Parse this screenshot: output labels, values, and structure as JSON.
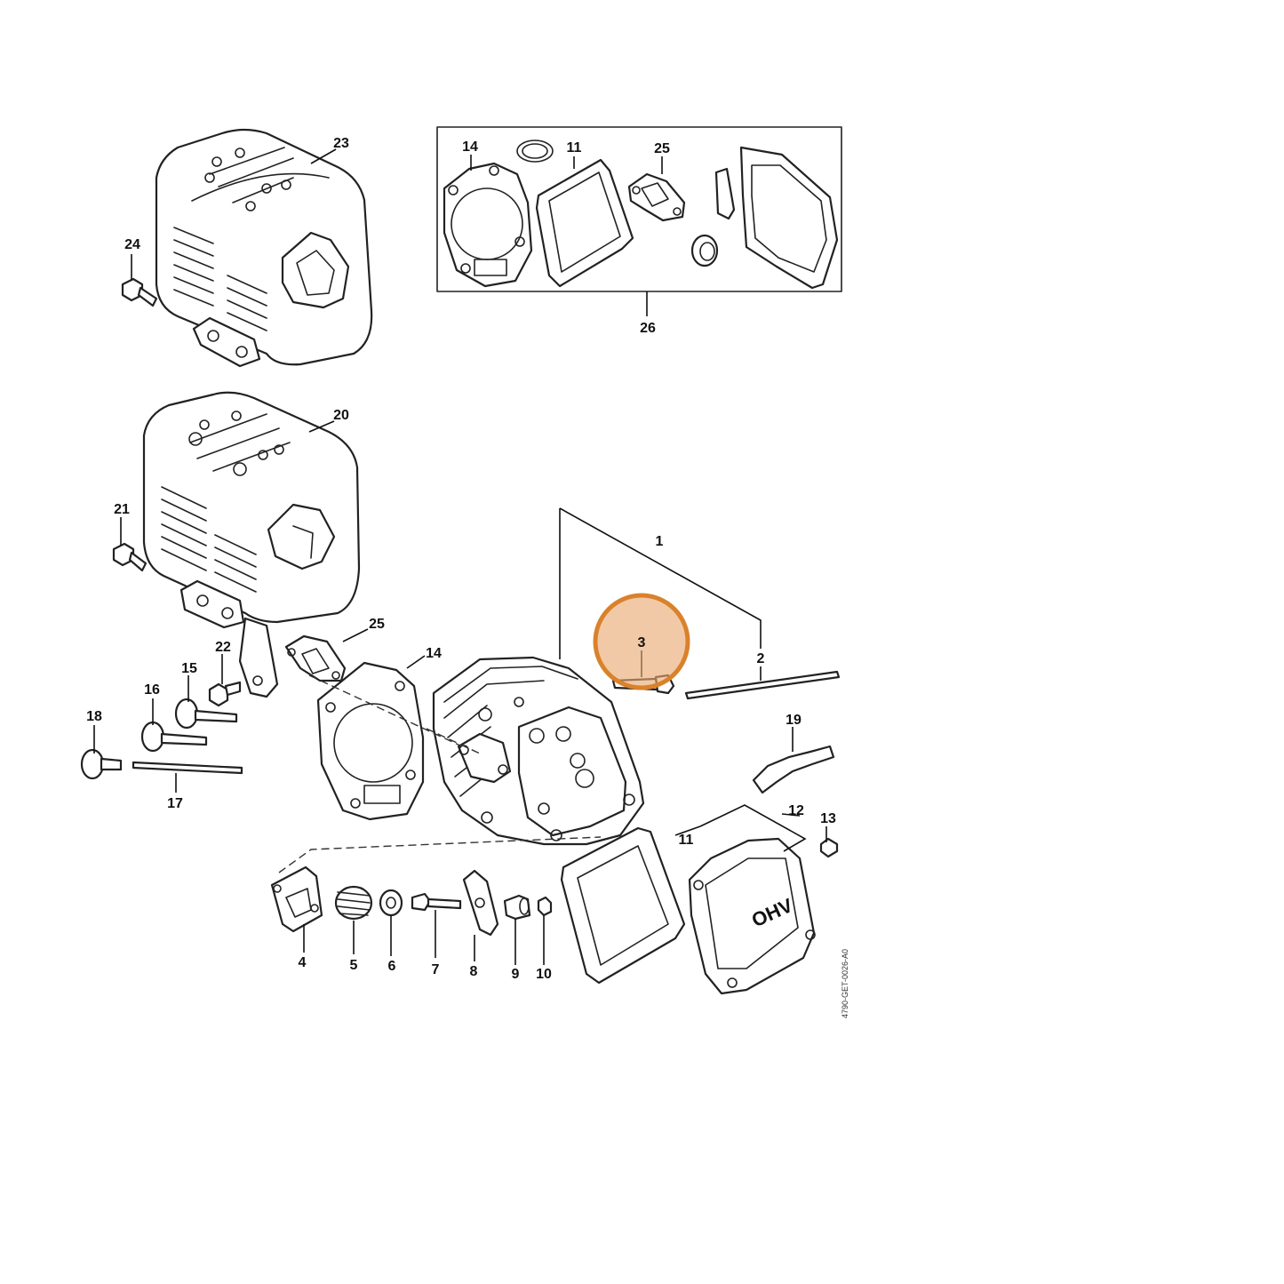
{
  "callouts": {
    "c1": "1",
    "c2": "2",
    "c3": "3",
    "c4": "4",
    "c5": "5",
    "c6": "6",
    "c7": "7",
    "c8": "8",
    "c9": "9",
    "c10": "10",
    "c11": "11",
    "c12": "12",
    "c13": "13",
    "c14": "14",
    "c15": "15",
    "c16": "16",
    "c17": "17",
    "c18": "18",
    "c19": "19",
    "c20": "20",
    "c21": "21",
    "c22": "22",
    "c23": "23",
    "c24": "24",
    "c25": "25",
    "c26": "26",
    "kit14": "14",
    "kit11": "11",
    "kit25": "25",
    "low11": "11",
    "low14": "14",
    "low25": "25"
  },
  "cover_logo": "OHV",
  "drawing_code": "4790-GET-0026-A0",
  "highlight": {
    "callout": "3",
    "color": "#e8a870",
    "ring_color": "#d9822b"
  }
}
